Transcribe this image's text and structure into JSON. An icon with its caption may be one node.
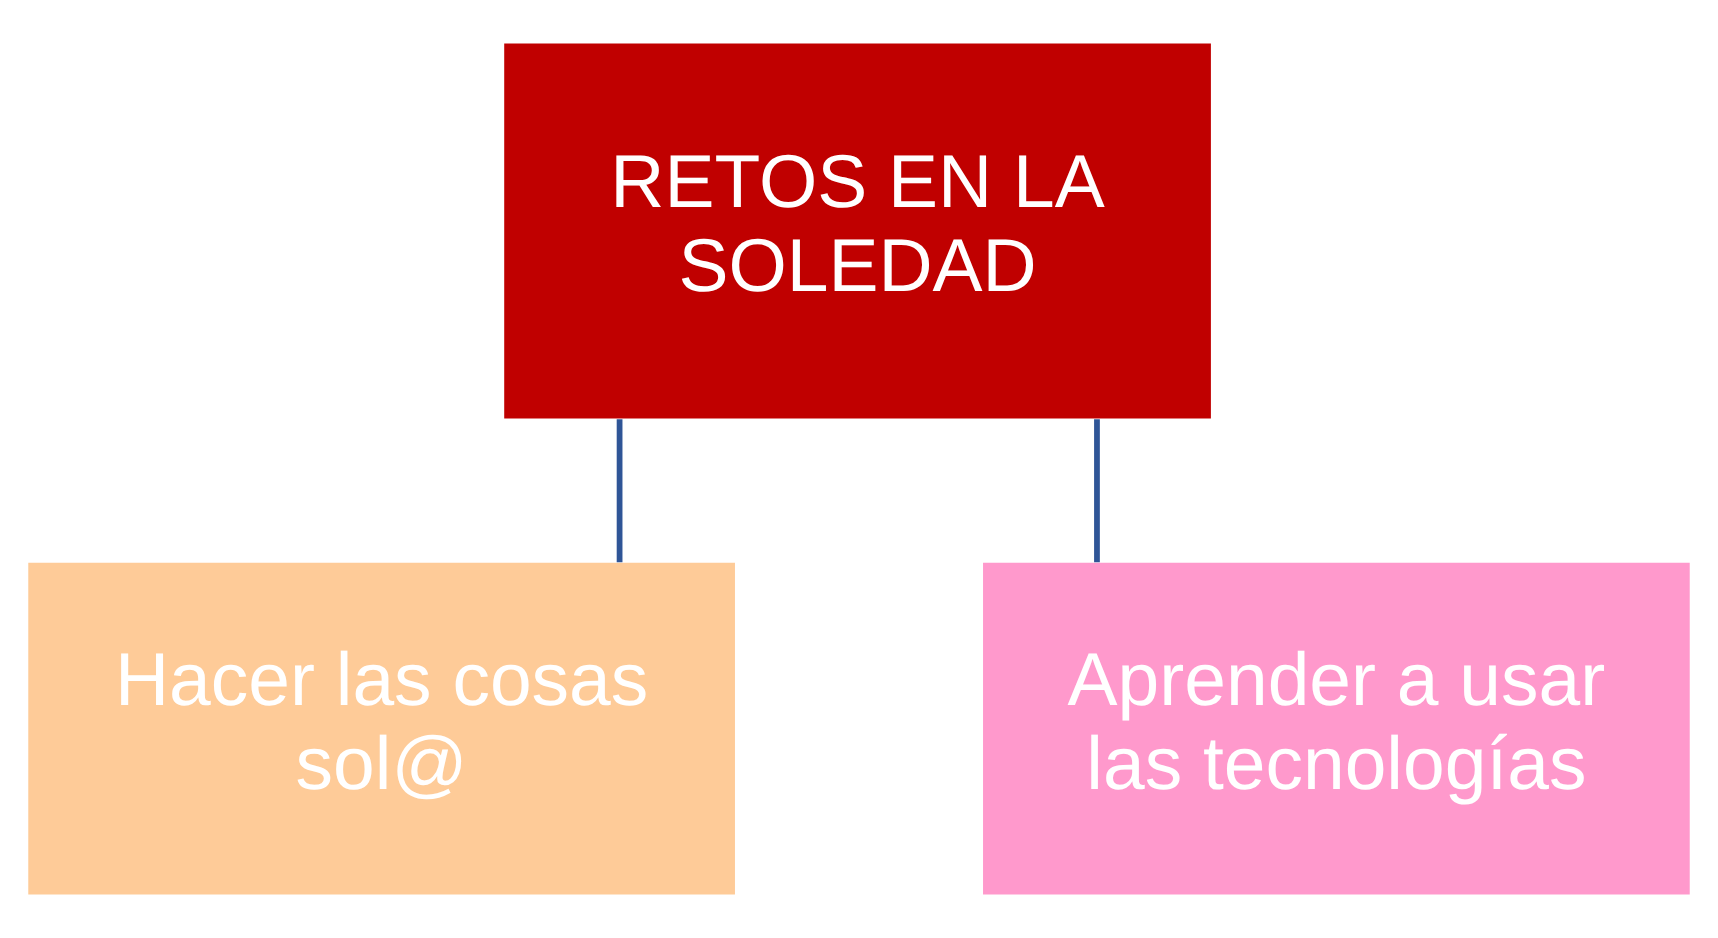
{
  "diagram": {
    "nodes": [
      {
        "text": [
          "RETOS EN LA SOLEDAD"
        ]
      },
      {
        "text": [
          "Hacer las cosas sol@"
        ]
      },
      {
        "text": [
          "Aprender a usar las tecnologías"
        ]
      }
    ],
    "edges": [
      {
        "from": 0,
        "to": 1,
        "arrow": "none"
      },
      {
        "from": 0,
        "to": 2,
        "arrow": "none"
      }
    ]
  }
}
